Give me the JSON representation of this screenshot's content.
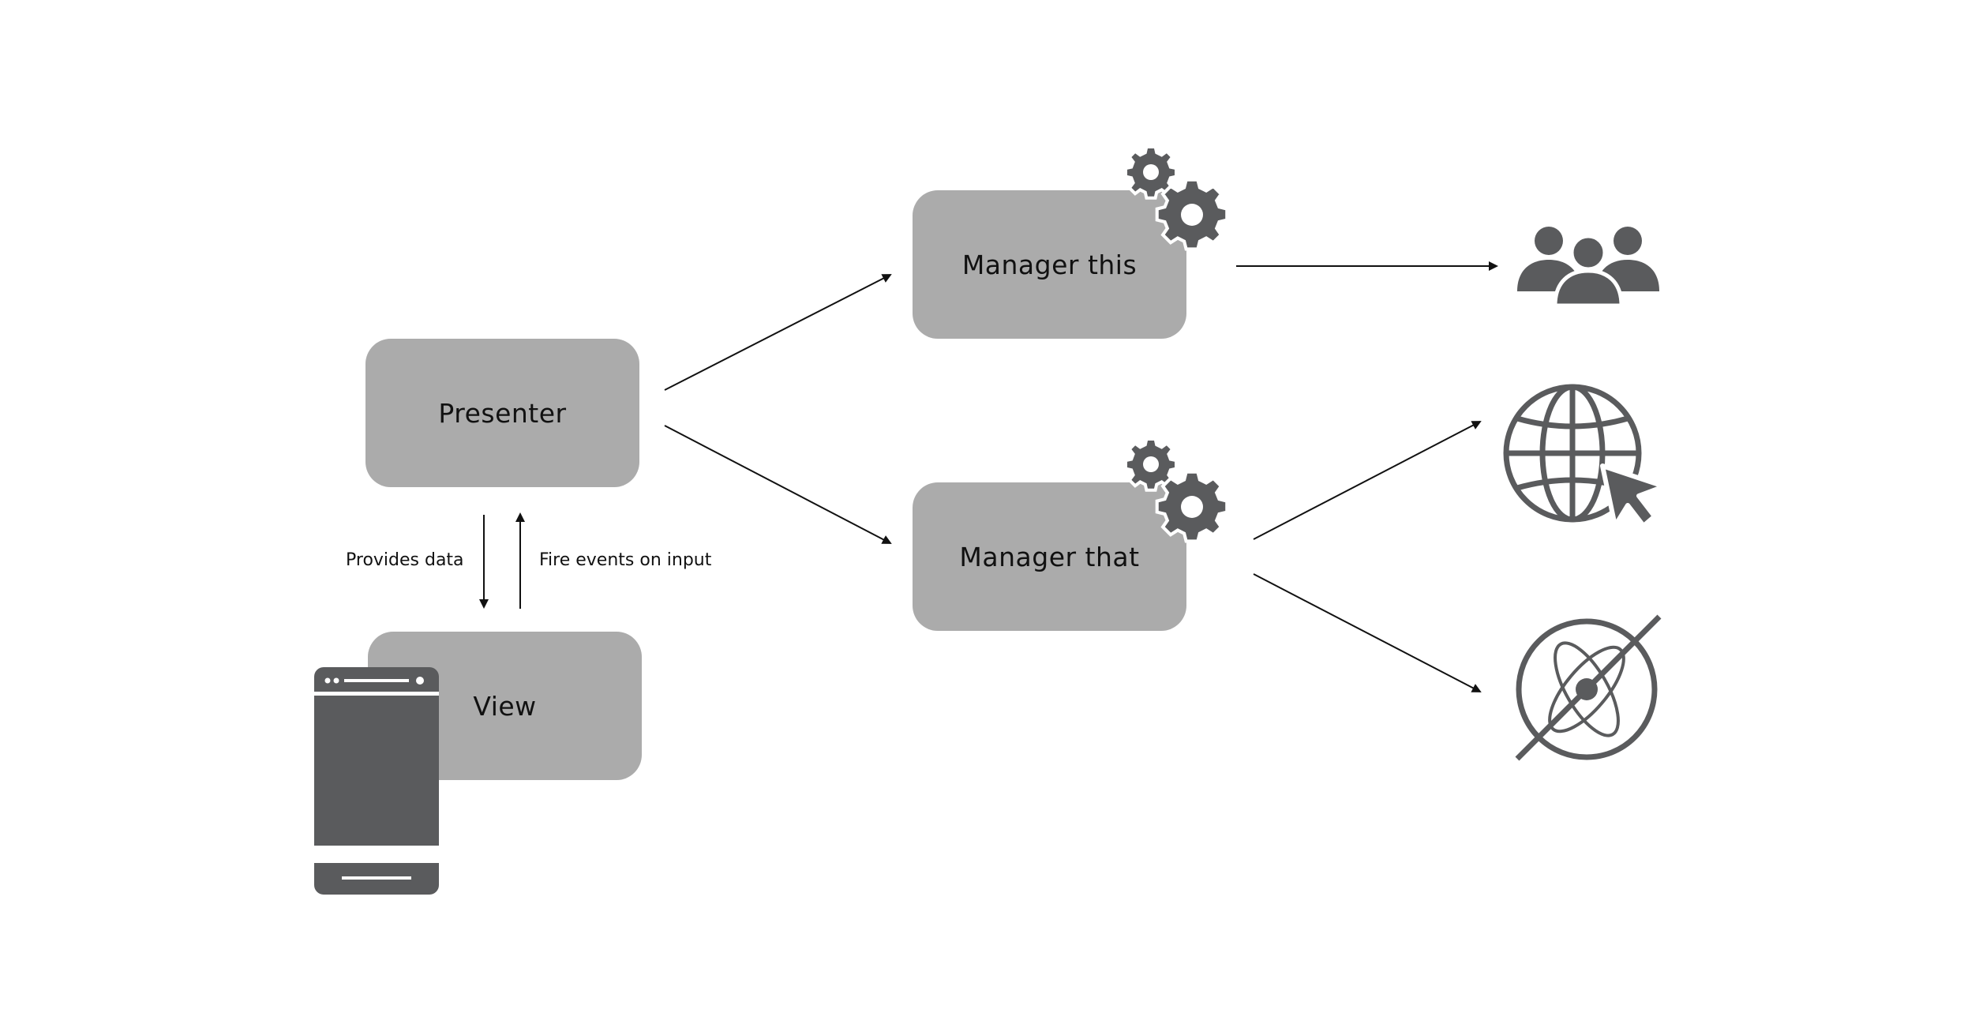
{
  "nodes": {
    "presenter": "Presenter",
    "view": "View",
    "manager_this": "Manager this",
    "manager_that": "Manager that"
  },
  "edge_labels": {
    "provides_data": "Provides data",
    "fire_events": "Fire events on input"
  },
  "icons": {
    "device": "mobile-phone-icon",
    "gears": "gears-icon",
    "users": "users-group-icon",
    "globe": "globe-cursor-icon",
    "atom": "atom-no-signal-icon"
  },
  "colors": {
    "box_fill": "#ababab",
    "icon_fill": "#5a5b5d",
    "arrow": "#111111",
    "background": "#ffffff"
  }
}
